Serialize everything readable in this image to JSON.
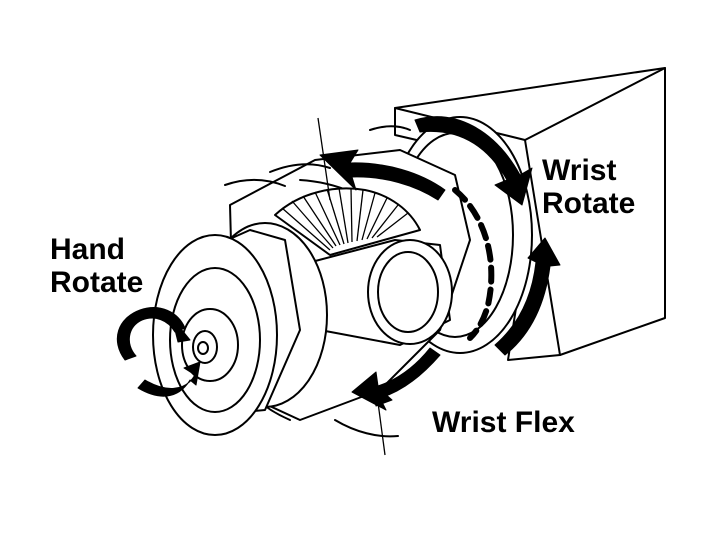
{
  "labels": {
    "wrist_rotate": "Wrist\nRotate",
    "hand_rotate": "Hand\nRotate",
    "wrist_flex": "Wrist Flex"
  },
  "colors": {
    "ink": "#000000",
    "paper": "#ffffff"
  }
}
